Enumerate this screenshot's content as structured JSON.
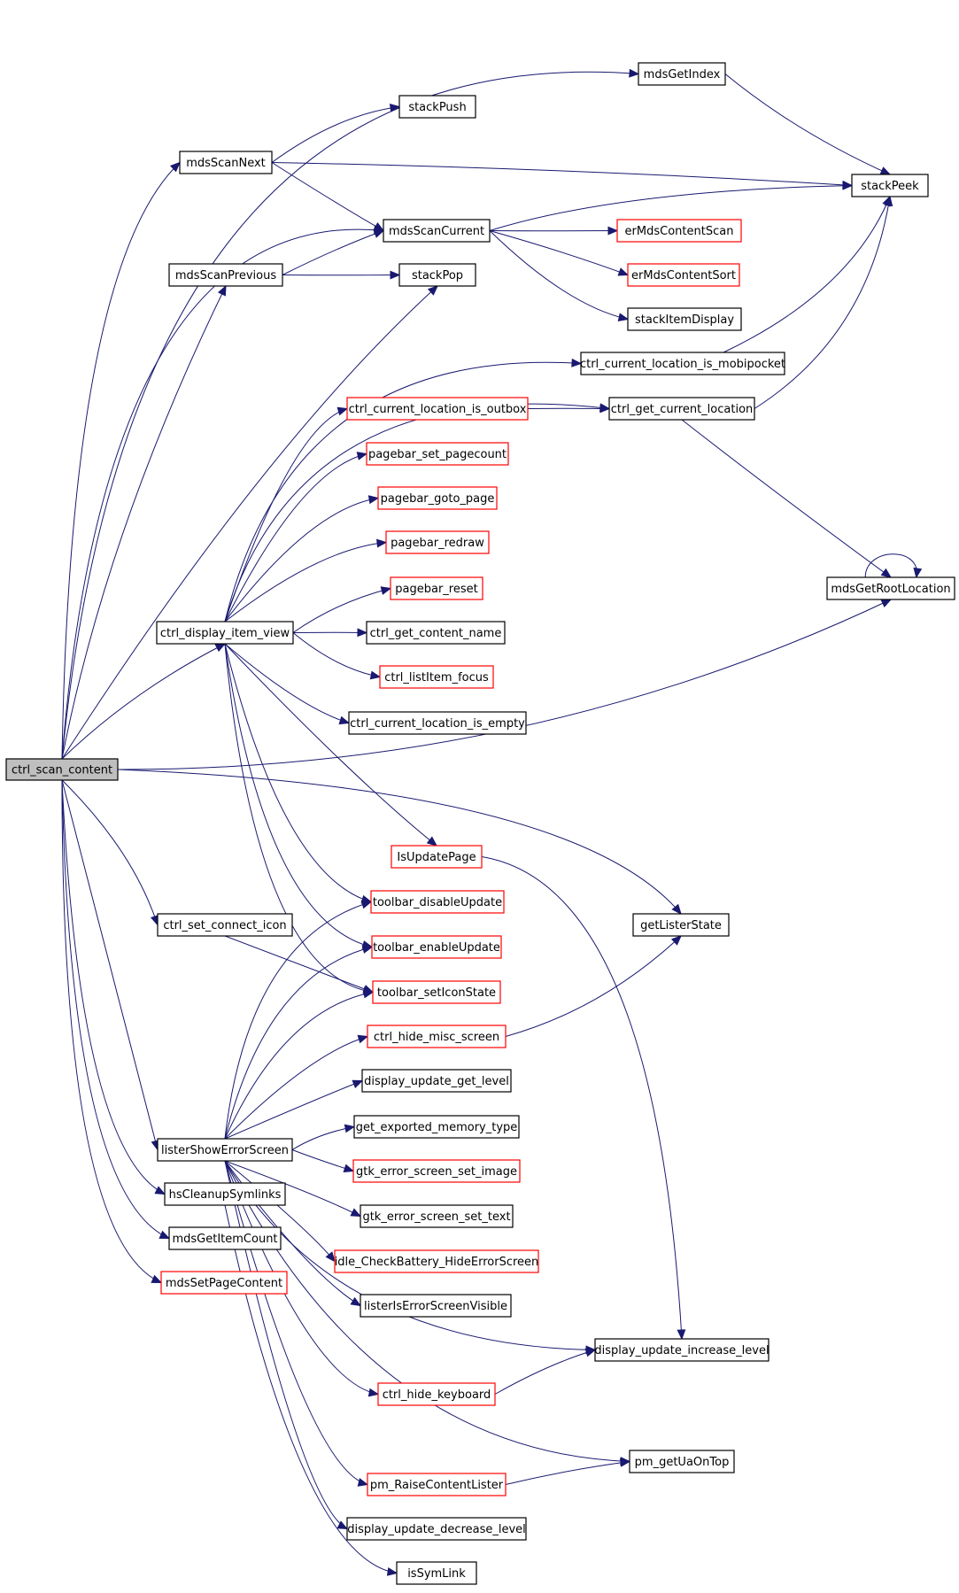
{
  "colors": {
    "edge": "#191970",
    "border_normal": "#000000",
    "border_red": "#ff0000",
    "root_fill": "#bfbfbf",
    "node_fill": "#ffffff"
  },
  "nodes": [
    {
      "id": "ctrl_scan_content",
      "label": "ctrl_scan_content",
      "style": "root"
    },
    {
      "id": "mdsGetIndex",
      "label": "mdsGetIndex",
      "style": "normal"
    },
    {
      "id": "stackPush",
      "label": "stackPush",
      "style": "normal"
    },
    {
      "id": "mdsScanNext",
      "label": "mdsScanNext",
      "style": "normal"
    },
    {
      "id": "stackPeek",
      "label": "stackPeek",
      "style": "normal"
    },
    {
      "id": "mdsScanCurrent",
      "label": "mdsScanCurrent",
      "style": "normal"
    },
    {
      "id": "erMdsContentScan",
      "label": "erMdsContentScan",
      "style": "red"
    },
    {
      "id": "mdsScanPrevious",
      "label": "mdsScanPrevious",
      "style": "normal"
    },
    {
      "id": "stackPop",
      "label": "stackPop",
      "style": "normal"
    },
    {
      "id": "erMdsContentSort",
      "label": "erMdsContentSort",
      "style": "red"
    },
    {
      "id": "stackItemDisplay",
      "label": "stackItemDisplay",
      "style": "normal"
    },
    {
      "id": "ctrl_current_location_is_mobipocket",
      "label": "ctrl_current_location_is_mobipocket",
      "style": "normal"
    },
    {
      "id": "ctrl_current_location_is_outbox",
      "label": "ctrl_current_location_is_outbox",
      "style": "red"
    },
    {
      "id": "ctrl_get_current_location",
      "label": "ctrl_get_current_location",
      "style": "normal"
    },
    {
      "id": "pagebar_set_pagecount",
      "label": "pagebar_set_pagecount",
      "style": "red"
    },
    {
      "id": "pagebar_goto_page",
      "label": "pagebar_goto_page",
      "style": "red"
    },
    {
      "id": "pagebar_redraw",
      "label": "pagebar_redraw",
      "style": "red"
    },
    {
      "id": "mdsGetRootLocation",
      "label": "mdsGetRootLocation",
      "style": "normal"
    },
    {
      "id": "pagebar_reset",
      "label": "pagebar_reset",
      "style": "red"
    },
    {
      "id": "ctrl_display_item_view",
      "label": "ctrl_display_item_view",
      "style": "normal"
    },
    {
      "id": "ctrl_get_content_name",
      "label": "ctrl_get_content_name",
      "style": "normal"
    },
    {
      "id": "ctrl_listItem_focus",
      "label": "ctrl_listItem_focus",
      "style": "red"
    },
    {
      "id": "ctrl_current_location_is_empty",
      "label": "ctrl_current_location_is_empty",
      "style": "normal"
    },
    {
      "id": "IsUpdatePage",
      "label": "IsUpdatePage",
      "style": "red"
    },
    {
      "id": "toolbar_disableUpdate",
      "label": "toolbar_disableUpdate",
      "style": "red"
    },
    {
      "id": "ctrl_set_connect_icon",
      "label": "ctrl_set_connect_icon",
      "style": "normal"
    },
    {
      "id": "getListerState",
      "label": "getListerState",
      "style": "normal"
    },
    {
      "id": "toolbar_enableUpdate",
      "label": "toolbar_enableUpdate",
      "style": "red"
    },
    {
      "id": "toolbar_setIconState",
      "label": "toolbar_setIconState",
      "style": "red"
    },
    {
      "id": "ctrl_hide_misc_screen",
      "label": "ctrl_hide_misc_screen",
      "style": "red"
    },
    {
      "id": "display_update_get_level",
      "label": "display_update_get_level",
      "style": "normal"
    },
    {
      "id": "get_exported_memory_type",
      "label": "get_exported_memory_type",
      "style": "normal"
    },
    {
      "id": "listerShowErrorScreen",
      "label": "listerShowErrorScreen",
      "style": "normal"
    },
    {
      "id": "gtk_error_screen_set_image",
      "label": "gtk_error_screen_set_image",
      "style": "red"
    },
    {
      "id": "hsCleanupSymlinks",
      "label": "hsCleanupSymlinks",
      "style": "normal"
    },
    {
      "id": "gtk_error_screen_set_text",
      "label": "gtk_error_screen_set_text",
      "style": "normal"
    },
    {
      "id": "mdsGetItemCount",
      "label": "mdsGetItemCount",
      "style": "normal"
    },
    {
      "id": "idle_CheckBattery_HideErrorScreen",
      "label": "idle_CheckBattery_HideErrorScreen",
      "style": "red"
    },
    {
      "id": "mdsSetPageContent",
      "label": "mdsSetPageContent",
      "style": "red"
    },
    {
      "id": "listerIsErrorScreenVisible",
      "label": "listerIsErrorScreenVisible",
      "style": "normal"
    },
    {
      "id": "display_update_increase_level",
      "label": "display_update_increase_level",
      "style": "normal"
    },
    {
      "id": "ctrl_hide_keyboard",
      "label": "ctrl_hide_keyboard",
      "style": "red"
    },
    {
      "id": "pm_getUaOnTop",
      "label": "pm_getUaOnTop",
      "style": "normal"
    },
    {
      "id": "pm_RaiseContentLister",
      "label": "pm_RaiseContentLister",
      "style": "red"
    },
    {
      "id": "display_update_decrease_level",
      "label": "display_update_decrease_level",
      "style": "normal"
    },
    {
      "id": "isSymLink",
      "label": "isSymLink",
      "style": "normal"
    }
  ]
}
